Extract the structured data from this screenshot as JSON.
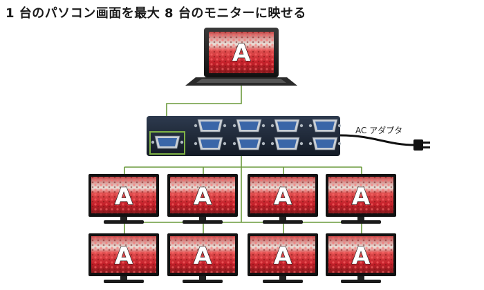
{
  "title": "1 台のパソコン画面を最大 8 台のモニターに映せる",
  "adapter_label": "AC アダプタ",
  "laptop": {
    "screen_letter": "A"
  },
  "monitors": [
    {
      "screen_letter": "A"
    },
    {
      "screen_letter": "A"
    },
    {
      "screen_letter": "A"
    },
    {
      "screen_letter": "A"
    },
    {
      "screen_letter": "A"
    },
    {
      "screen_letter": "A"
    },
    {
      "screen_letter": "A"
    },
    {
      "screen_letter": "A"
    }
  ],
  "colors": {
    "connector_line": "#6a9a3c",
    "splitter_body": "#1f2a3a",
    "vga_port": "#3a66a8",
    "input_highlight": "#7fb346"
  }
}
